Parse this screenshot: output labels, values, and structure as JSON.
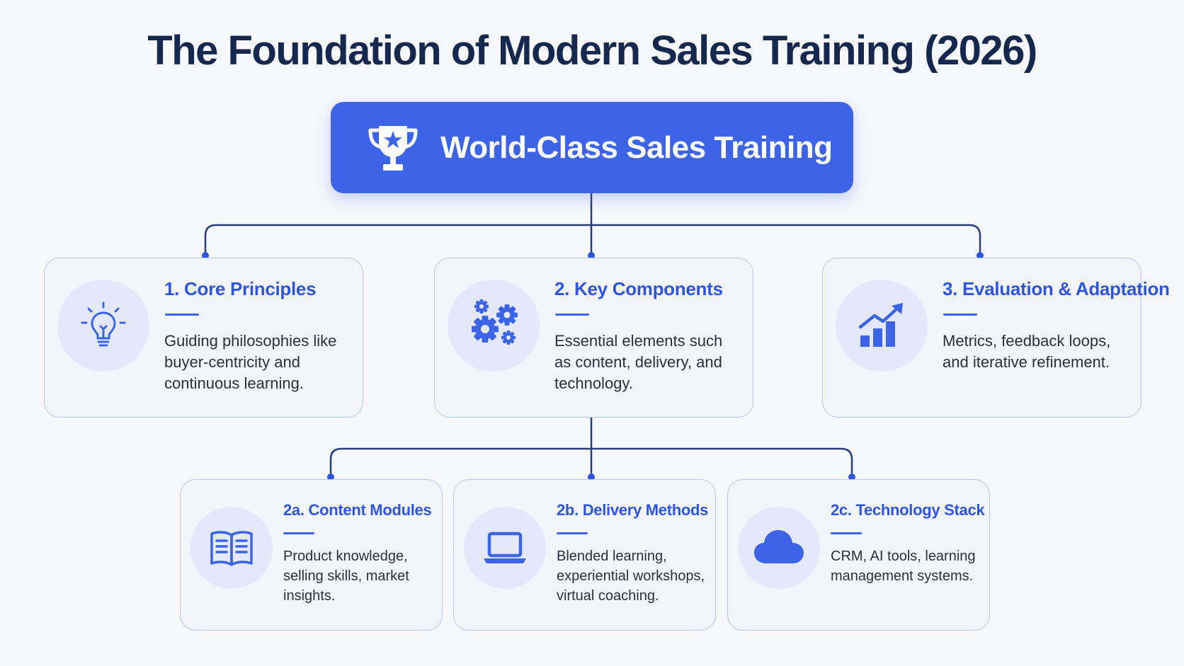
{
  "title": "The Foundation of Modern Sales Training (2026)",
  "colors": {
    "accent": "#3d63e6",
    "title": "#17284f",
    "heading": "#2f55dd",
    "connector": "#2a3f7a",
    "card_border": "#b8c5ef",
    "icon_bg": "#e3e9fb"
  },
  "root": {
    "label": "World-Class Sales Training",
    "icon": "trophy-icon"
  },
  "pillars": [
    {
      "title": "1. Core Principles",
      "description": "Guiding philosophies like buyer-centricity and continuous learning.",
      "icon": "lightbulb-icon"
    },
    {
      "title": "2. Key Components",
      "description": "Essential elements such as content, delivery, and technology.",
      "icon": "gears-icon"
    },
    {
      "title": "3. Evaluation & Adaptation",
      "description": "Metrics, feedback loops, and iterative refinement.",
      "icon": "growth-chart-icon"
    }
  ],
  "components": [
    {
      "title": "2a. Content Modules",
      "description": "Product knowledge, selling skills, market insights.",
      "icon": "open-book-icon"
    },
    {
      "title": "2b. Delivery Methods",
      "description": "Blended learning, experiential workshops, virtual coaching.",
      "icon": "laptop-icon"
    },
    {
      "title": "2c. Technology Stack",
      "description": "CRM, AI tools, learning management systems.",
      "icon": "cloud-icon"
    }
  ]
}
